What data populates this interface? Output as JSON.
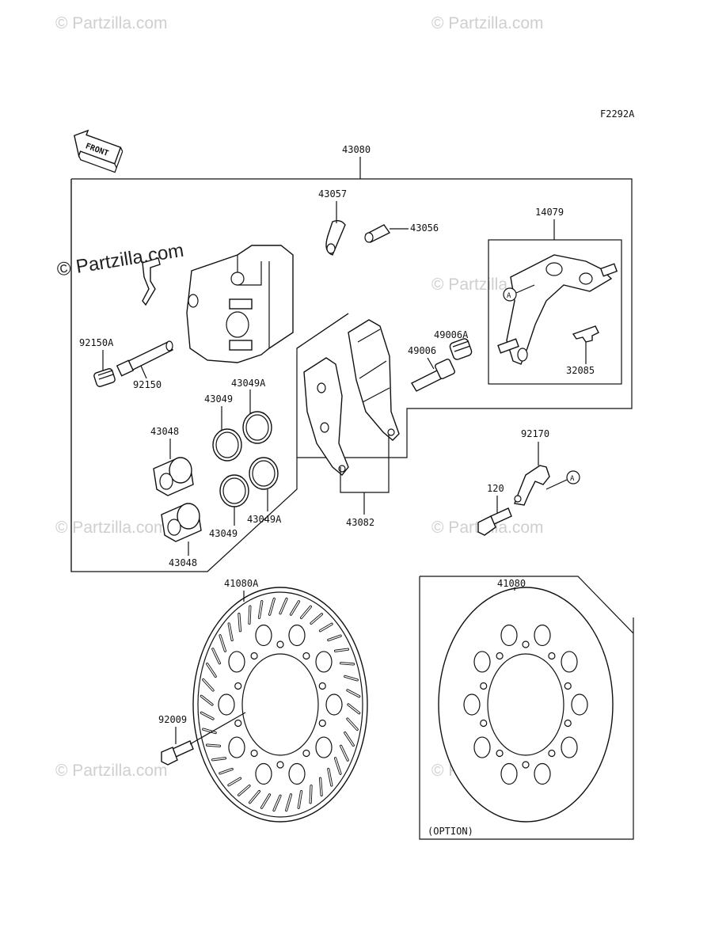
{
  "diagram_code": "F2292A",
  "front_label": "FRONT",
  "option_label": "(OPTION)",
  "ref_a": "A",
  "watermark": "© Partzilla.com",
  "parts": {
    "p43080": "43080",
    "p43057": "43057",
    "p43056": "43056",
    "p14079": "14079",
    "p92150A": "92150A",
    "p92150": "92150",
    "p49006A": "49006A",
    "p49006": "49006",
    "p32085": "32085",
    "p43049A_top": "43049A",
    "p43049_top": "43049",
    "p43048_top": "43048",
    "p43049_bot": "43049",
    "p43049A_bot": "43049A",
    "p43048_bot": "43048",
    "p43082": "43082",
    "p92170": "92170",
    "p120": "120",
    "p41080A": "41080A",
    "p41080": "41080",
    "p92009": "92009"
  }
}
